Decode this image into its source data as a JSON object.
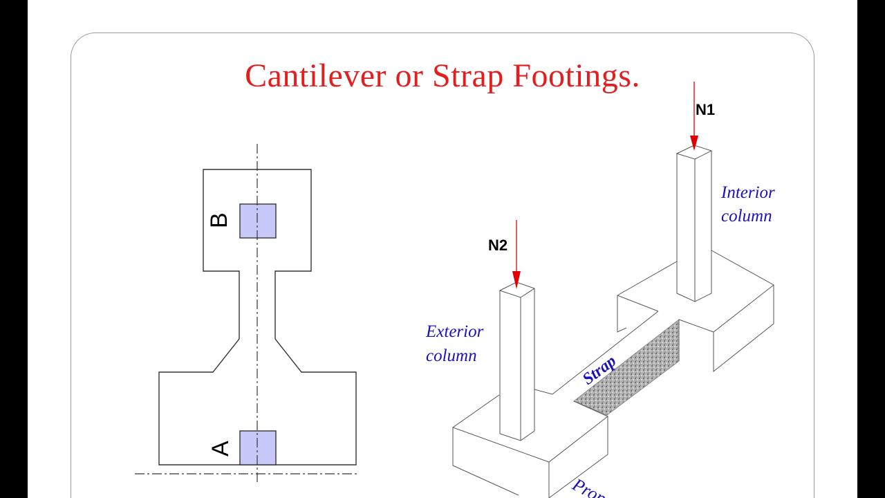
{
  "title": "Cantilever or Strap Footings.",
  "plan": {
    "label_a": "A",
    "label_b": "B"
  },
  "isometric": {
    "load_1": "N1",
    "load_2": "N2",
    "interior_line1": "Interior",
    "interior_line2": "column",
    "exterior_line1": "Exterior",
    "exterior_line2": "column",
    "strap": "Strap",
    "property_line": "Prop"
  },
  "colors": {
    "title": "#e41e1e",
    "labels": "#1a12b8",
    "column_fill": "#c8c8f8",
    "arrow": "#e00000"
  }
}
